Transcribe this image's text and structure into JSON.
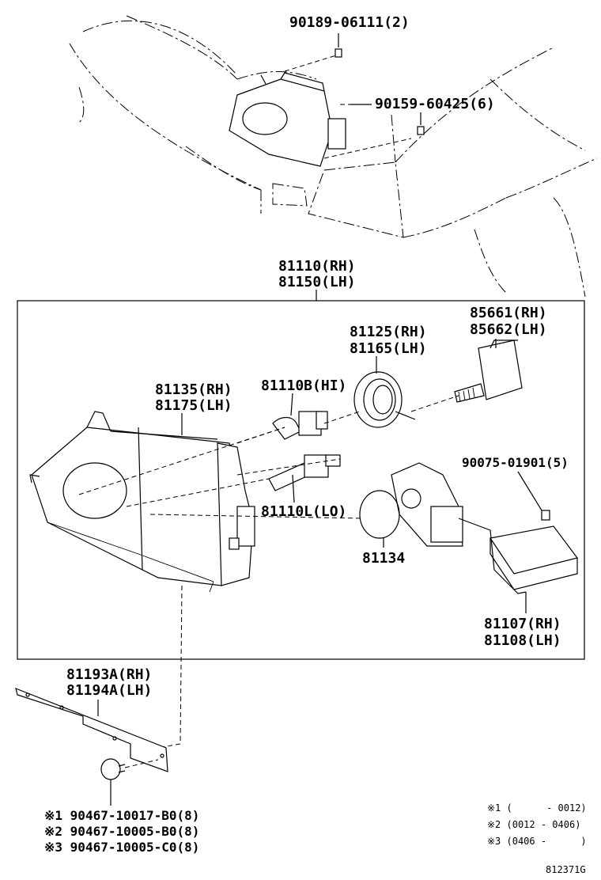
{
  "labels": {
    "bolt_top": "90189-06111(2)",
    "screw_top": "90159-60425(6)",
    "assy_rh": "81110(RH)",
    "assy_lh": "81150(LH)",
    "actuator_rh": "85661(RH)",
    "actuator_lh": "85662(LH)",
    "socket_rh": "81125(RH)",
    "socket_lh": "81165(LH)",
    "bulb_hi": "81110B(HI)",
    "unit_rh": "81135(RH)",
    "unit_lh": "81175(LH)",
    "screw_right": "90075-01901(5)",
    "bulb_lo": "81110L(LO)",
    "gasket": "81134",
    "ballast_rh": "81107(RH)",
    "ballast_lh": "81108(LH)",
    "bracket_rh": "81193A(RH)",
    "bracket_lh": "81194A(LH)",
    "clip_1": "※1 90467-10017-B0(8)",
    "clip_2": "※2 90467-10005-B0(8)",
    "clip_3": "※3 90467-10005-C0(8)",
    "note_1": "※1 (      - 0012)",
    "note_2": "※2 (0012 - 0406)",
    "note_3": "※3 (0406 -      )",
    "figure_id": "812371G"
  }
}
